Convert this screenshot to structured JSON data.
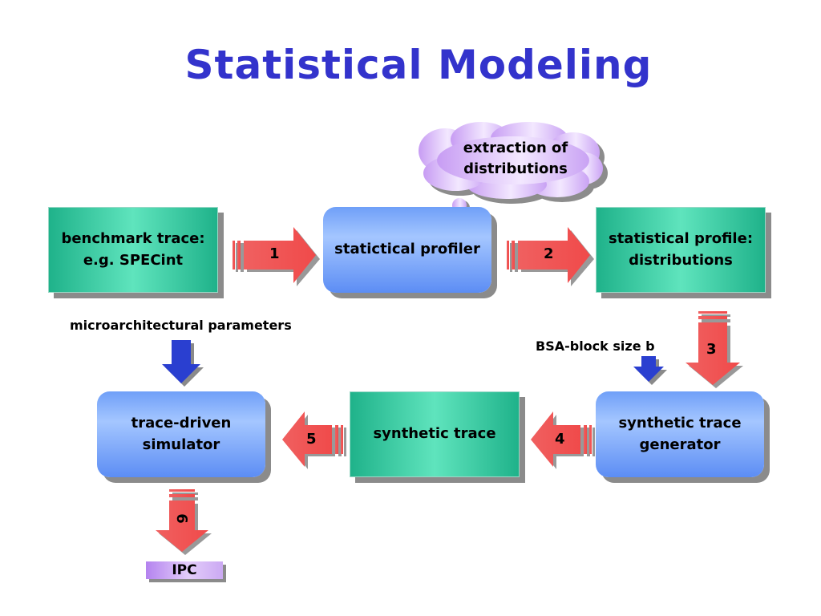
{
  "title": "Statistical Modeling",
  "cloud": {
    "line1": "extraction of",
    "line2": "distributions"
  },
  "boxes": {
    "benchmark": {
      "line1": "benchmark trace:",
      "line2": "e.g. SPECint"
    },
    "profiler": {
      "line1": "statictical profiler"
    },
    "profile": {
      "line1": "statistical profile:",
      "line2": "distributions"
    },
    "simulator": {
      "line1": "trace-driven",
      "line2": "simulator"
    },
    "synthetic_trace": {
      "line1": "synthetic trace"
    },
    "generator": {
      "line1": "synthetic trace",
      "line2": "generator"
    }
  },
  "labels": {
    "micro_params": "microarchitectural parameters",
    "bsa": "BSA-block size b"
  },
  "arrows": {
    "a1": "1",
    "a2": "2",
    "a3": "3",
    "a4": "4",
    "a5": "5",
    "a6": "6"
  },
  "output": "IPC",
  "colors": {
    "title": "#3333cc",
    "arrow_red": "#f25a5a",
    "arrow_blue": "#2a3fd0",
    "green_box": "#2ec99c",
    "blue_box": "#7aa8f9",
    "cloud": "#d8b9f7"
  }
}
